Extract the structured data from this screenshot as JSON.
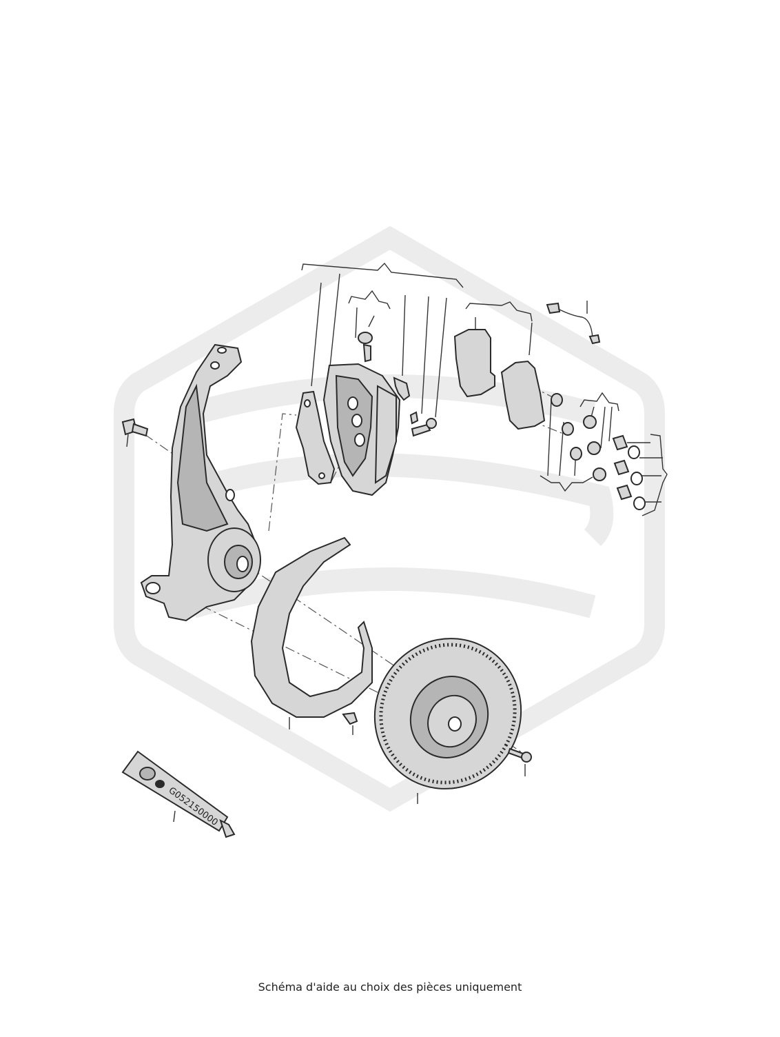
{
  "caption": "Schéma d'aide au choix des pièces uniquement",
  "grease_tube_label": "G052150000",
  "colors": {
    "background": "#ffffff",
    "part_fill": "#d6d6d6",
    "part_shadow": "#b5b5b5",
    "outline": "#2a2a2a",
    "watermark": "#ececec"
  },
  "parts": [
    "wheel-bearing-housing",
    "housing-bolt",
    "caliper-carrier",
    "brake-caliper",
    "bleeder-valve",
    "pad-retaining-spring",
    "caliper-bolt",
    "outer-brake-pad",
    "inner-brake-pad",
    "wear-sensor",
    "piston-seals",
    "caliper-pistons",
    "dust-caps",
    "splash-shield",
    "shield-bolt",
    "brake-disc",
    "disc-screw",
    "grease-tube"
  ]
}
